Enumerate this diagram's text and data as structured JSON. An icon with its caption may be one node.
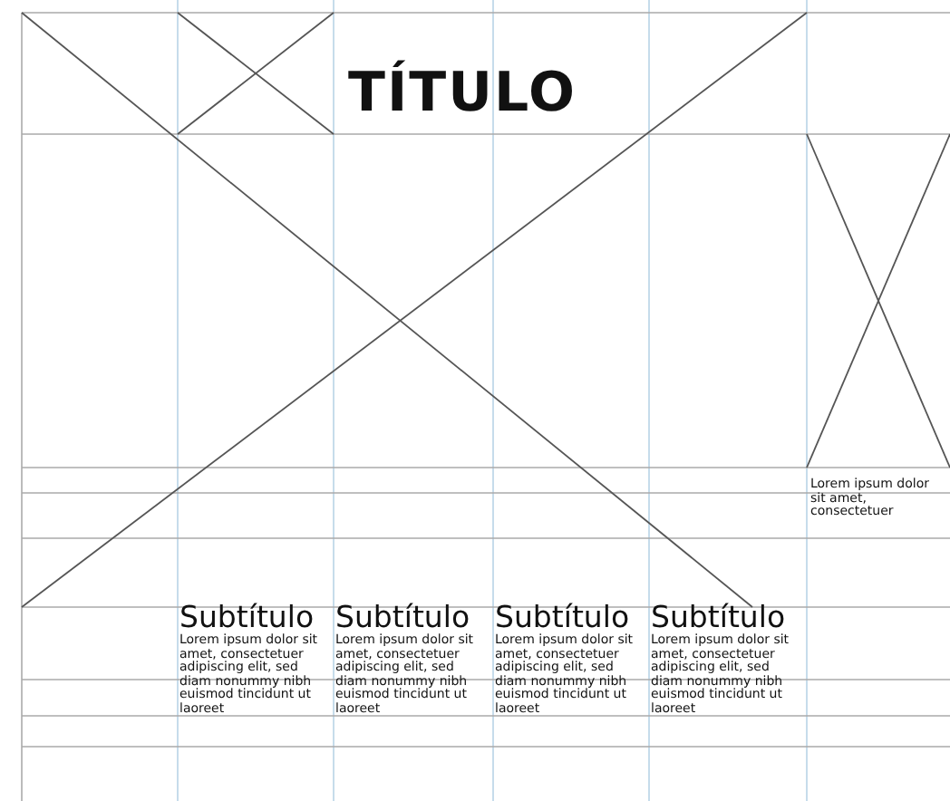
{
  "diagram": {
    "title": "TÍTULO",
    "labels": [
      "Subtítulo",
      "Lorem ipsum dolor sit amet, consectetuer adipiscing elit, sed diam nonummy nibh euismod tincidunt ut laoreet",
      "Subtítulo",
      "Lorem ipsum dolor sit amet, consectetuer adipiscing elit, sed diam nonummy nibh euismod tincidunt ut laoreet",
      "Subtítulo",
      "Lorem ipsum dolor sit amet, consectetuer adipiscing elit, sed diam nonummy nibh euismod tincidunt ut laoreet",
      "Subtítulo",
      "Lorem ipsum dolor sit amet, consectetuer adipiscing elit, sed diam nonummy nibh euismod tincidunt ut laoreet",
      "Lorem ipsum dolor sit amet, consectetuer"
    ]
  }
}
